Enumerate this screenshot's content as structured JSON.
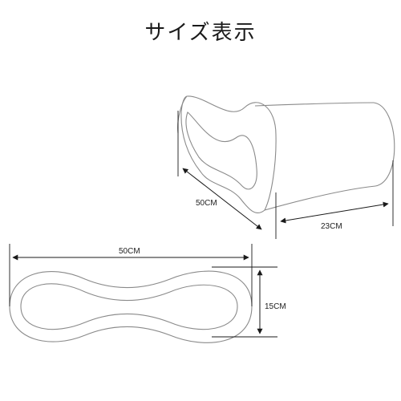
{
  "title": "サイズ表示",
  "dims": {
    "length_3d": "50CM",
    "depth_3d": "23CM",
    "length_2d": "50CM",
    "height_2d": "15CM"
  },
  "colors": {
    "outline": "#8a8a8a",
    "arrow": "#1a1a1a",
    "text": "#222222"
  }
}
